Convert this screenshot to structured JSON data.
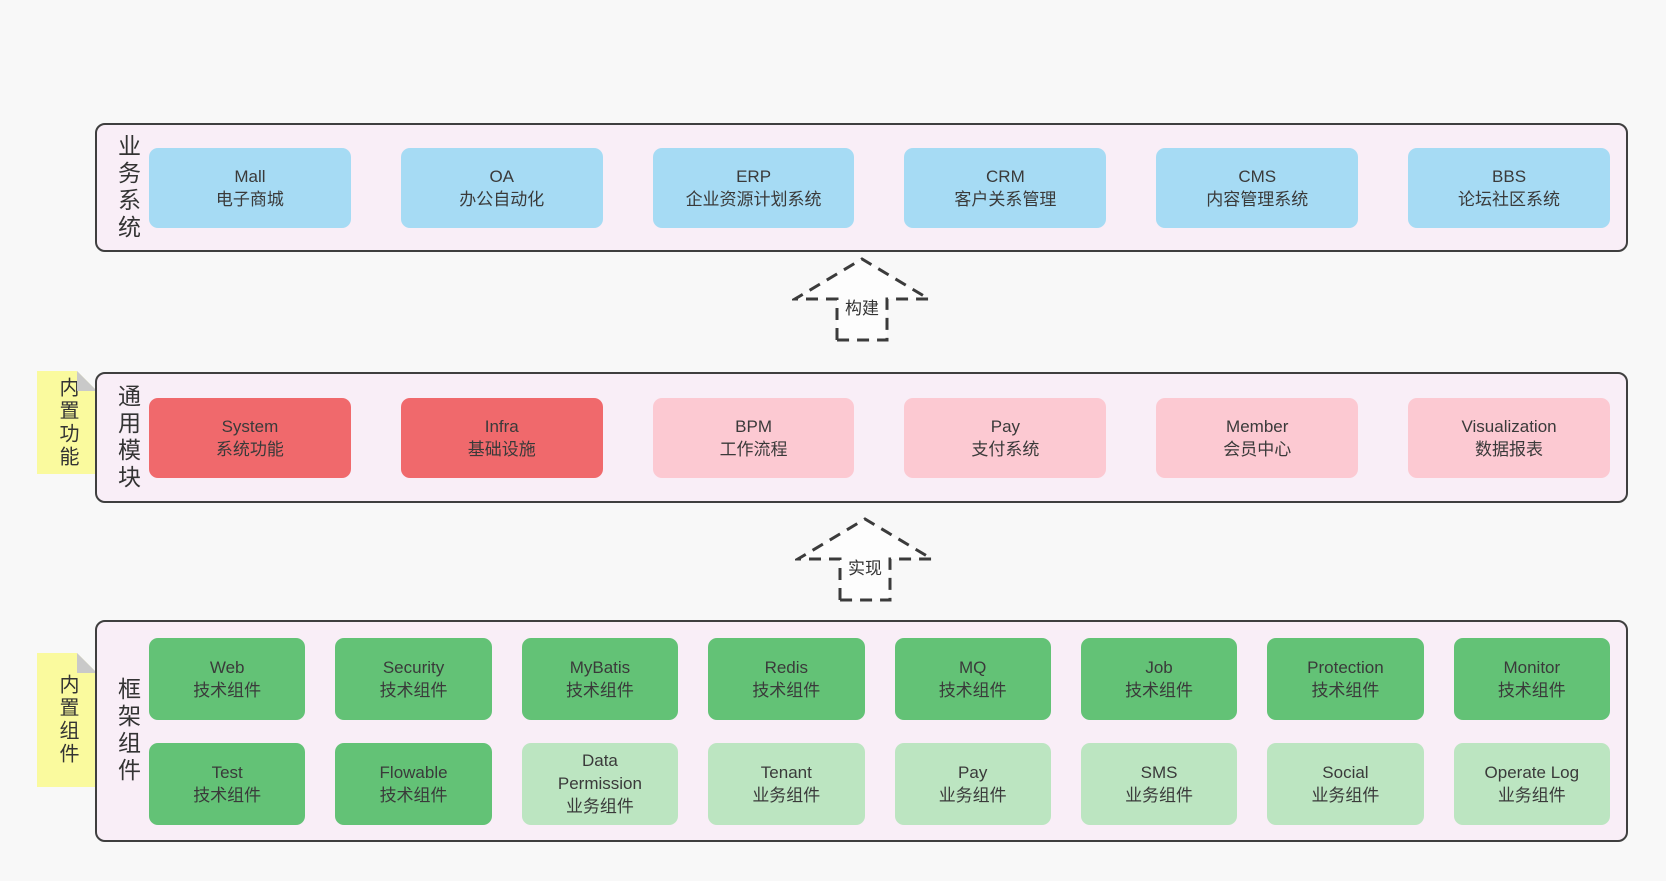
{
  "sections": {
    "business": {
      "label": "业务系统",
      "boxes": [
        {
          "en": "Mall",
          "zh": "电子商城"
        },
        {
          "en": "OA",
          "zh": "办公自动化"
        },
        {
          "en": "ERP",
          "zh": "企业资源计划系统"
        },
        {
          "en": "CRM",
          "zh": "客户关系管理"
        },
        {
          "en": "CMS",
          "zh": "内容管理系统"
        },
        {
          "en": "BBS",
          "zh": "论坛社区系统"
        }
      ]
    },
    "modules": {
      "label": "通用模块",
      "tag": "内置功能",
      "boxes": [
        {
          "en": "System",
          "zh": "系统功能",
          "variant": "core"
        },
        {
          "en": "Infra",
          "zh": "基础设施",
          "variant": "core"
        },
        {
          "en": "BPM",
          "zh": "工作流程",
          "variant": "optional"
        },
        {
          "en": "Pay",
          "zh": "支付系统",
          "variant": "optional"
        },
        {
          "en": "Member",
          "zh": "会员中心",
          "variant": "optional"
        },
        {
          "en": "Visualization",
          "zh": "数据报表",
          "variant": "optional"
        }
      ]
    },
    "framework": {
      "label": "框架组件",
      "tag": "内置组件",
      "rows": [
        [
          {
            "en": "Web",
            "zh": "技术组件",
            "variant": "tech"
          },
          {
            "en": "Security",
            "zh": "技术组件",
            "variant": "tech"
          },
          {
            "en": "MyBatis",
            "zh": "技术组件",
            "variant": "tech"
          },
          {
            "en": "Redis",
            "zh": "技术组件",
            "variant": "tech"
          },
          {
            "en": "MQ",
            "zh": "技术组件",
            "variant": "tech"
          },
          {
            "en": "Job",
            "zh": "技术组件",
            "variant": "tech"
          },
          {
            "en": "Protection",
            "zh": "技术组件",
            "variant": "tech"
          },
          {
            "en": "Monitor",
            "zh": "技术组件",
            "variant": "tech"
          }
        ],
        [
          {
            "en": "Test",
            "zh": "技术组件",
            "variant": "tech"
          },
          {
            "en": "Flowable",
            "zh": "技术组件",
            "variant": "tech"
          },
          {
            "en": "Data Permission",
            "zh": "业务组件",
            "variant": "business"
          },
          {
            "en": "Tenant",
            "zh": "业务组件",
            "variant": "business"
          },
          {
            "en": "Pay",
            "zh": "业务组件",
            "variant": "business"
          },
          {
            "en": "SMS",
            "zh": "业务组件",
            "variant": "business"
          },
          {
            "en": "Social",
            "zh": "业务组件",
            "variant": "business"
          },
          {
            "en": "Operate Log",
            "zh": "业务组件",
            "variant": "business"
          }
        ]
      ]
    }
  },
  "arrows": [
    {
      "label": "构建"
    },
    {
      "label": "实现"
    }
  ],
  "colors": {
    "business_box": "#a6dbf4",
    "core_module_box": "#f0696c",
    "optional_module_box": "#fcc9d2",
    "tech_component_box": "#63c276",
    "business_component_box": "#bce5c1",
    "sticky_note": "#fafa9e",
    "panel_background": "#f9eef7",
    "panel_border": "#3f3f3f",
    "page_background": "#f8f8f8"
  }
}
